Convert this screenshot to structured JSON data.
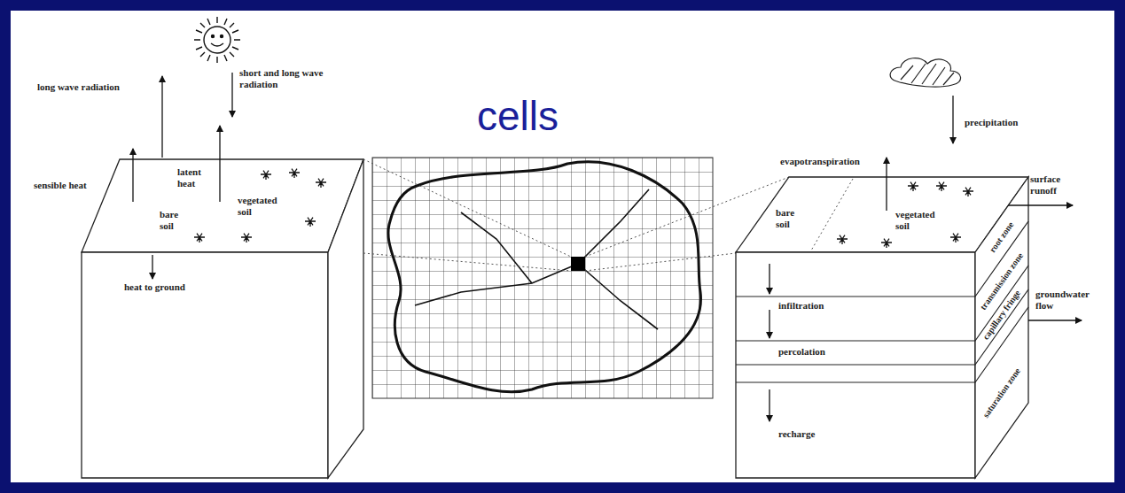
{
  "diagram": {
    "title": "cells",
    "labels": [
      "long wave radiation",
      "short and long wave radiation",
      "sensible heat",
      "latent heat",
      "bare soil",
      "vegetated soil",
      "heat to ground",
      "precipitation",
      "evapotranspiration",
      "surface runoff",
      "bare soil",
      "vegetated soil",
      "infiltration",
      "percolation",
      "recharge",
      "groundwater flow",
      "root zone",
      "transmission zone",
      "capillary fringe",
      "saturation zone"
    ]
  }
}
